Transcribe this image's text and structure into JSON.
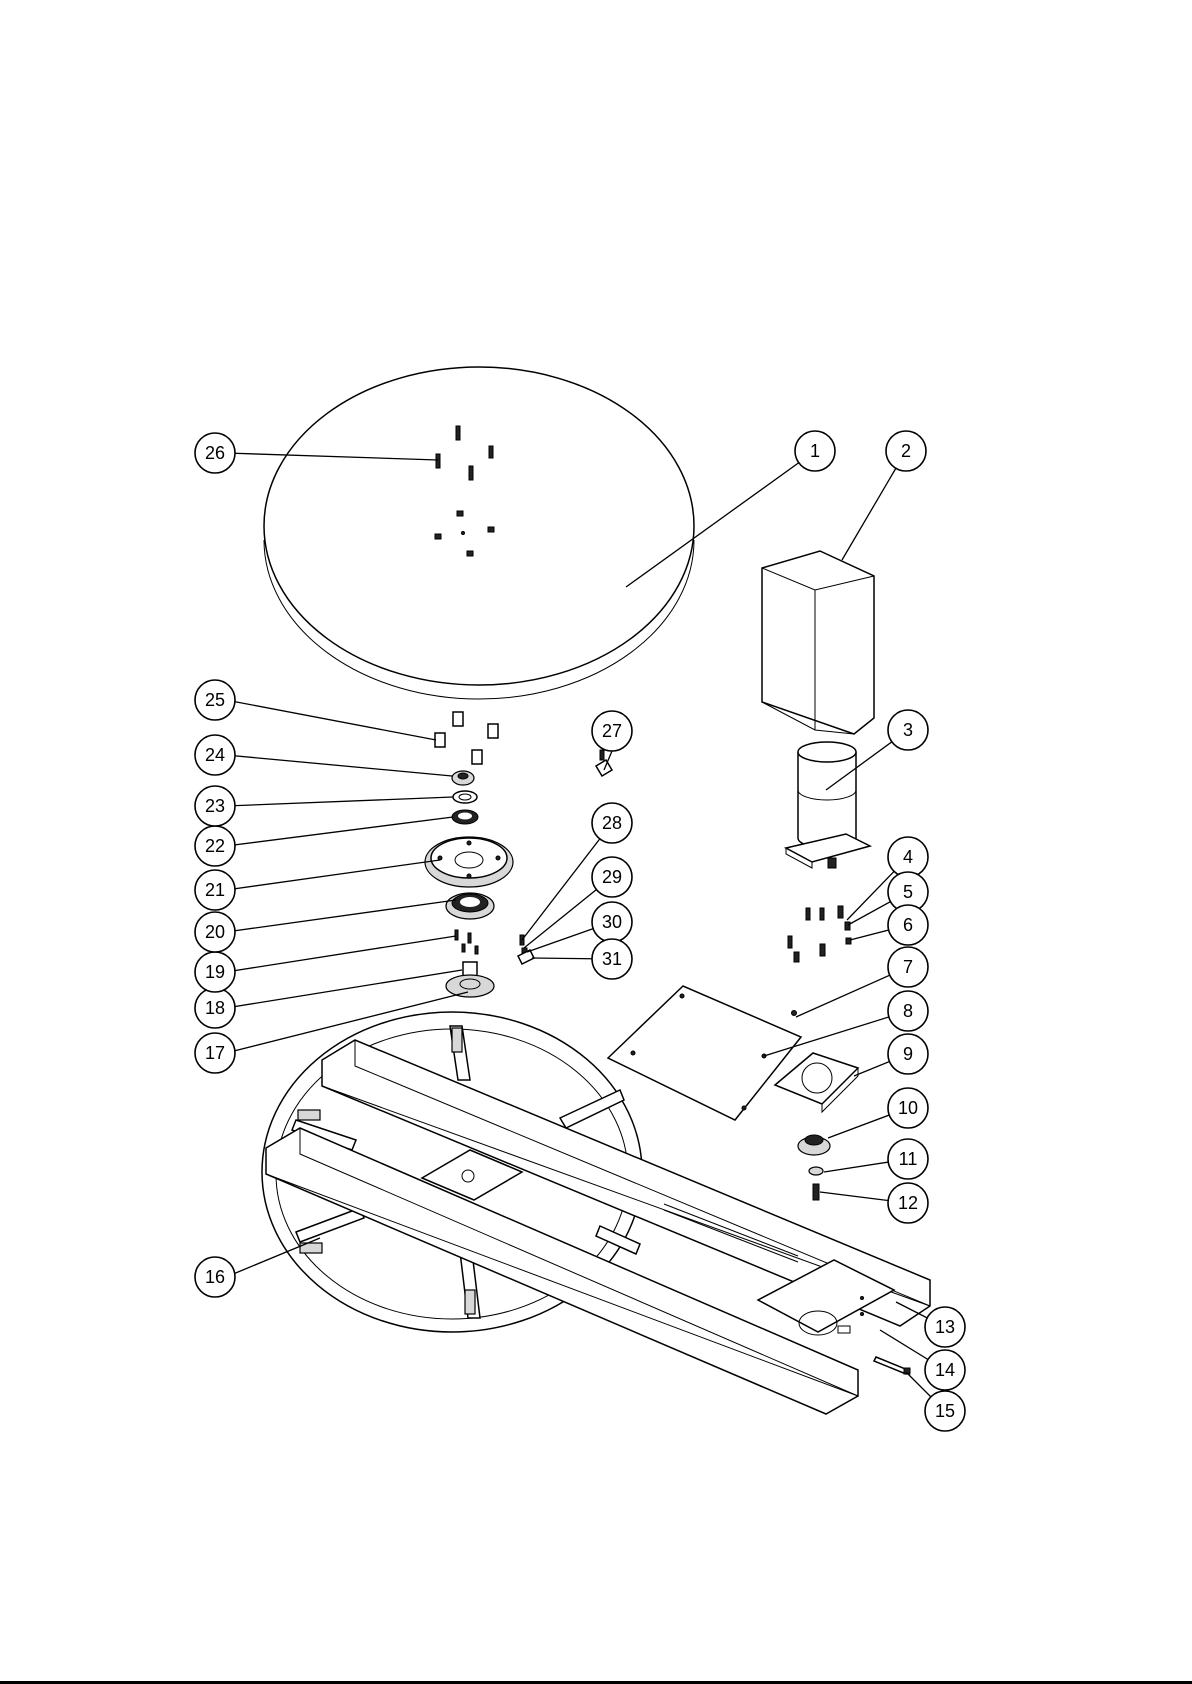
{
  "diagram": {
    "colors": {
      "line": "#000000",
      "paper": "#ffffff",
      "shade": "#d8d8d8"
    },
    "callouts": [
      {
        "id": "c1",
        "label": "1"
      },
      {
        "id": "c2",
        "label": "2"
      },
      {
        "id": "c3",
        "label": "3"
      },
      {
        "id": "c4",
        "label": "4"
      },
      {
        "id": "c5",
        "label": "5"
      },
      {
        "id": "c6",
        "label": "6"
      },
      {
        "id": "c7",
        "label": "7"
      },
      {
        "id": "c8",
        "label": "8"
      },
      {
        "id": "c9",
        "label": "9"
      },
      {
        "id": "c10",
        "label": "10"
      },
      {
        "id": "c11",
        "label": "11"
      },
      {
        "id": "c12",
        "label": "12"
      },
      {
        "id": "c13",
        "label": "13"
      },
      {
        "id": "c14",
        "label": "14"
      },
      {
        "id": "c15",
        "label": "15"
      },
      {
        "id": "c16",
        "label": "16"
      },
      {
        "id": "c17",
        "label": "17"
      },
      {
        "id": "c18",
        "label": "18"
      },
      {
        "id": "c19",
        "label": "19"
      },
      {
        "id": "c20",
        "label": "20"
      },
      {
        "id": "c21",
        "label": "21"
      },
      {
        "id": "c22",
        "label": "22"
      },
      {
        "id": "c23",
        "label": "23"
      },
      {
        "id": "c24",
        "label": "24"
      },
      {
        "id": "c25",
        "label": "25"
      },
      {
        "id": "c26",
        "label": "26"
      },
      {
        "id": "c27",
        "label": "27"
      },
      {
        "id": "c28",
        "label": "28"
      },
      {
        "id": "c29",
        "label": "29"
      },
      {
        "id": "c30",
        "label": "30"
      },
      {
        "id": "c31",
        "label": "31"
      }
    ]
  }
}
